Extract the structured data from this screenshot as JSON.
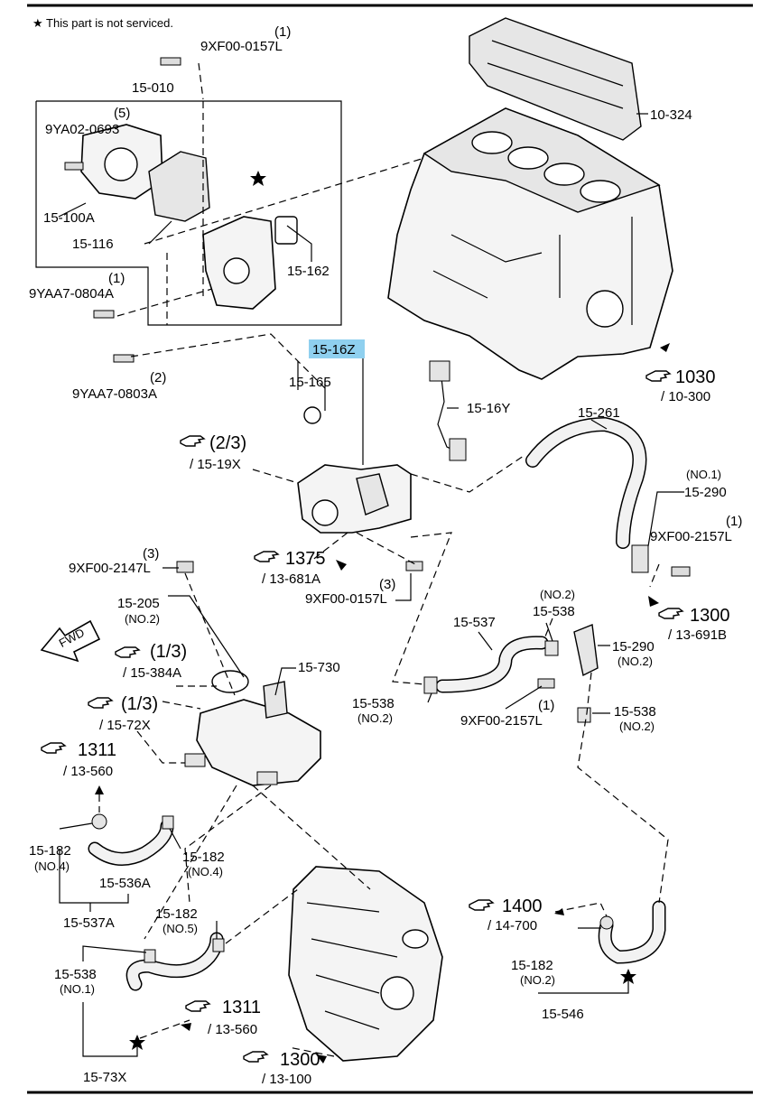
{
  "legend": {
    "star": "★",
    "text": "This part is not serviced."
  },
  "labels": {
    "l1": "(1)",
    "l2": "9XF00-0157L",
    "l3": "15-010",
    "l4": "(5)",
    "l5": "9YA02-0693",
    "l6": "15-100A",
    "l7": "15-116",
    "l8": "15-162",
    "l9": "10-324",
    "l10": "(1)",
    "l11": "9YAA7-0804A",
    "l12": "(2)",
    "l13": "9YAA7-0803A",
    "l14": "15-16Z",
    "l15": "15-165",
    "l16": "15-16Y",
    "l17": "1030",
    "l18": "/ 10-300",
    "l19": "15-261",
    "l20": "(2/3)",
    "l21": "/ 15-19X",
    "l22": "(NO.1)",
    "l23": "15-290",
    "l24": "(1)",
    "l25": "9XF00-2157L",
    "l26": "(3)",
    "l27": "9XF00-2147L",
    "l28": "1375",
    "l29": "/ 13-681A",
    "l30": "(3)",
    "l31": "9XF00-0157L",
    "l32": "1300",
    "l33": "/ 13-691B",
    "l34": "15-205",
    "l35": "(NO.2)",
    "l36": "(NO.2)",
    "l37": "15-537",
    "l38": "15-538",
    "l39": "15-290",
    "l40": "(NO.2)",
    "l41": "FWD",
    "l42": "(1/3)",
    "l43": "/ 15-384A",
    "l44": "15-730",
    "l45": "(1/3)",
    "l46": "/ 15-72X",
    "l47": "15-538",
    "l48": "(NO.2)",
    "l49": "(1)",
    "l50": "9XF00-2157L",
    "l51": "15-538",
    "l52": "(NO.2)",
    "l53": "1311",
    "l54": "/ 13-560",
    "l55": "15-182",
    "l56": "(NO.4)",
    "l57": "15-182",
    "l58": "(NO.4)",
    "l59": "15-536A",
    "l60": "15-537A",
    "l61": "15-182",
    "l62": "(NO.5)",
    "l63": "1400",
    "l64": "/ 14-700",
    "l65": "15-538",
    "l66": "(NO.1)",
    "l67": "15-182",
    "l68": "(NO.2)",
    "l69": "1311",
    "l70": "/ 13-560",
    "l71": "15-546",
    "l72": "1300",
    "l73": "/ 13-100",
    "l74": "15-73X"
  }
}
